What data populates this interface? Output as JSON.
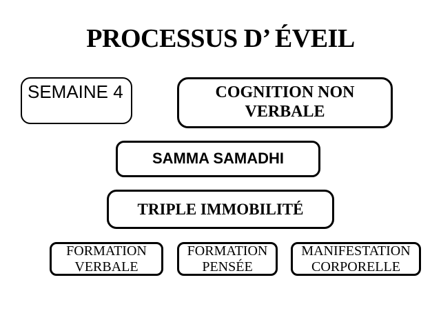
{
  "slide": {
    "title": "PROCESSUS D’ ÉVEIL",
    "boxes": {
      "semaine": {
        "label": "SEMAINE 4"
      },
      "cognition": {
        "label": "COGNITION NON VERBALE"
      },
      "samadhi": {
        "label": "SAMMA SAMADHI"
      },
      "immobilite": {
        "label": "TRIPLE IMMOBILITÉ"
      },
      "formation_verbale": {
        "label": "FORMATION VERBALE"
      },
      "formation_pensee": {
        "label": "FORMATION PENSÉE"
      },
      "manifestation": {
        "label": "MANIFESTATION CORPORELLE"
      }
    },
    "colors": {
      "background": "#ffffff",
      "border": "#000000",
      "text": "#000000"
    }
  }
}
